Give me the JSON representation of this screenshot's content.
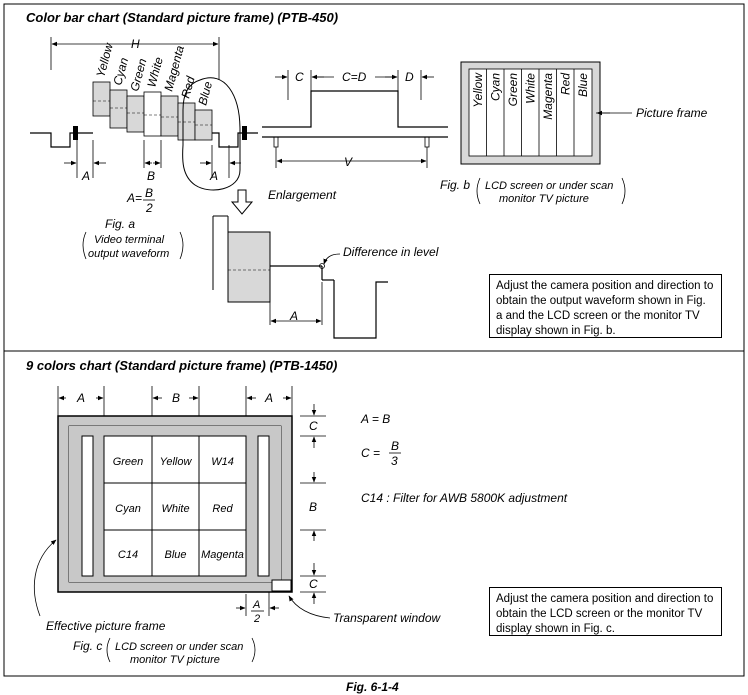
{
  "section1": {
    "title": "Color bar chart (Standard picture frame) (PTB-450)",
    "bar_labels": [
      "Yellow",
      "Cyan",
      "Green",
      "White",
      "Magenta",
      "Red",
      "Blue"
    ],
    "dim_H": "H",
    "dim_A": "A",
    "dim_B": "B",
    "formula_A": "A=",
    "formula_num": "B",
    "formula_den": "2",
    "fig_a_title": "Fig. a",
    "fig_a_line1": "Video terminal",
    "fig_a_line2": "output waveform",
    "enlargement": "Enlargement",
    "difference_in_level": "Difference in level",
    "dim_C": "C",
    "dim_CeqD": "C=D",
    "dim_D": "D",
    "dim_V": "V",
    "picture_frame": "Picture frame",
    "fig_b_prefix": "Fig. b",
    "fig_b_line1": "LCD screen or under scan",
    "fig_b_line2": "monitor TV picture",
    "note": "Adjust the camera position and direction to obtain the output waveform shown in Fig. a and the LCD screen or the monitor TV display shown in Fig. b."
  },
  "section2": {
    "title": "9 colors chart (Standard picture frame) (PTB-1450)",
    "dim_A": "A",
    "dim_B": "B",
    "dim_C": "C",
    "cells": [
      "Green",
      "Yellow",
      "W14",
      "Cyan",
      "White",
      "Red",
      "C14",
      "Blue",
      "Magenta"
    ],
    "eq1": "A = B",
    "eq2_left": "C =",
    "eq2_num": "B",
    "eq2_den": "3",
    "frac_num": "A",
    "frac_den": "2",
    "filter_note": "C14 : Filter for AWB 5800K adjustment",
    "effective_frame": "Effective picture frame",
    "transparent_window": "Transparent window",
    "fig_c_prefix": "Fig. c",
    "fig_c_line1": "LCD screen or under scan",
    "fig_c_line2": "monitor TV picture",
    "note": "Adjust the camera position and direction to obtain the LCD screen or the monitor TV display shown in Fig. c."
  },
  "figure_caption": "Fig. 6-1-4"
}
